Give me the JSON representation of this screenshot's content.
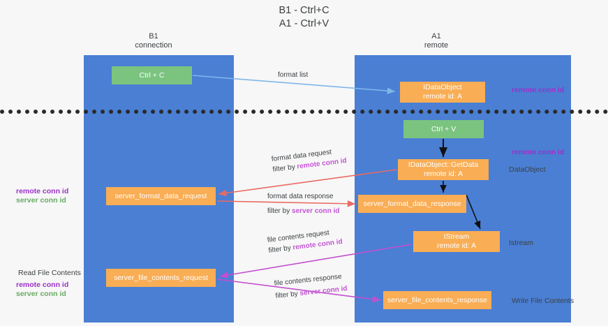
{
  "title": "B1 - Ctrl+C\nA1 - Ctrl+V",
  "columns": {
    "left": "B1\nconnection",
    "right": "A1\nremote"
  },
  "boxes": {
    "ctrl_c": "Ctrl + C",
    "idataobject": "IDataObject\nremote id: A",
    "ctrl_v": "Ctrl + V",
    "getdata": "IDataObject::GetData\nremote id: A",
    "server_format_data_request": "server_format_data_request",
    "server_format_data_response": "server_format_data_response",
    "istream": "IStream\nremote id: A",
    "server_file_contents_request": "server_file_contents_request",
    "server_file_contents_response": "server_file_contents_response"
  },
  "edge_labels": {
    "format_list": "format list",
    "format_data_request": "format data request",
    "format_data_request_filter_prefix": "filter by ",
    "format_data_request_filter_key": "remote conn id",
    "format_data_response": "format data response",
    "format_data_response_filter_prefix": "filter by ",
    "format_data_response_filter_key": "server conn id",
    "file_contents_request": "file contents request",
    "file_contents_request_filter_prefix": "filter by ",
    "file_contents_request_filter_key": "remote conn id",
    "file_contents_response": "file contents response",
    "file_contents_response_filter_prefix": "filter by ",
    "file_contents_response_filter_key": "server conn id"
  },
  "side_notes": {
    "remote_conn_id_top": "remote conn id",
    "remote_conn_id_mid": "remote conn id",
    "dataobject": "DataObject",
    "istream": "Istream",
    "write_file_contents": "Write File Contents",
    "read_file_contents": "Read File Contents"
  },
  "left_legend": {
    "remote_conn_id": "remote conn id",
    "server_conn_id": "server conn id"
  },
  "colors": {
    "lane": "#4a7fd4",
    "green_box": "#7bc47f",
    "orange_box": "#f9ad54",
    "purple_text": "#9b30c9",
    "green_text": "#6aaa64",
    "magenta_text": "#c354d4",
    "red_arrow": "#ea6a62",
    "blue_arrow": "#7fb6e8",
    "magenta_arrow": "#c44fd0",
    "black_arrow": "#000000",
    "divider": "#2a2a2a",
    "background": "#f7f7f7"
  }
}
